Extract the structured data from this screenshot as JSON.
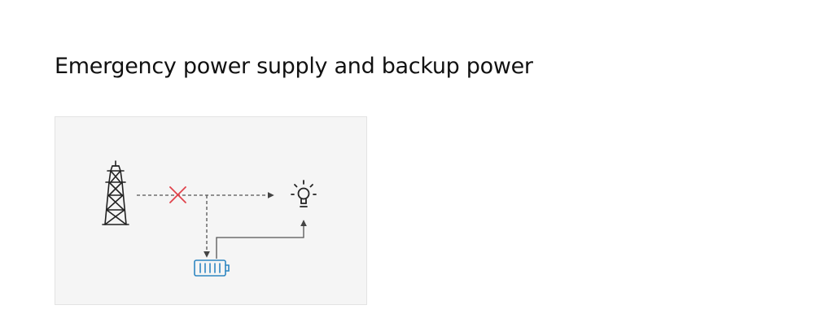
{
  "page": {
    "title": "Emergency power supply and backup power"
  },
  "diagram": {
    "nodes": [
      {
        "id": "grid",
        "icon": "transmission-tower-icon"
      },
      {
        "id": "failure",
        "icon": "failure-x-icon"
      },
      {
        "id": "load",
        "icon": "light-bulb-icon"
      },
      {
        "id": "storage",
        "icon": "battery-icon"
      }
    ],
    "colors": {
      "line": "#555555",
      "failure": "#e0424b",
      "battery": "#2e86c1",
      "icon": "#222222",
      "background": "#f5f5f5"
    }
  }
}
